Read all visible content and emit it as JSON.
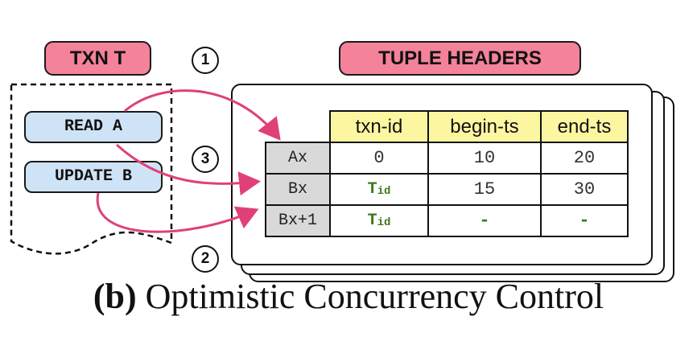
{
  "labels": {
    "txn": "TXN T",
    "tuple_headers": "TUPLE HEADERS"
  },
  "operations": {
    "read": "READ A",
    "update": "UPDATE B"
  },
  "steps": {
    "one": "1",
    "two": "2",
    "three": "3"
  },
  "table": {
    "headers": [
      "txn-id",
      "begin-ts",
      "end-ts"
    ],
    "rows": [
      {
        "label": "Ax",
        "txn_id": "0",
        "begin_ts": "10",
        "end_ts": "20"
      },
      {
        "label": "Bx",
        "txn_id": "T",
        "txn_id_sub": "id",
        "begin_ts": "15",
        "end_ts": "30"
      },
      {
        "label": "Bx+1",
        "txn_id": "T",
        "txn_id_sub": "id",
        "begin_ts": "-",
        "end_ts": "-"
      }
    ]
  },
  "caption": {
    "prefix": "(b)",
    "text": " Optimistic Concurrency Control"
  },
  "colors": {
    "pill": "#f4829a",
    "op_box": "#cfe3f7",
    "header_fill": "#fdf6a0",
    "row_label_fill": "#d9d9d9",
    "arrow": "#e0407a",
    "tid_text": "#3a7a1c"
  }
}
